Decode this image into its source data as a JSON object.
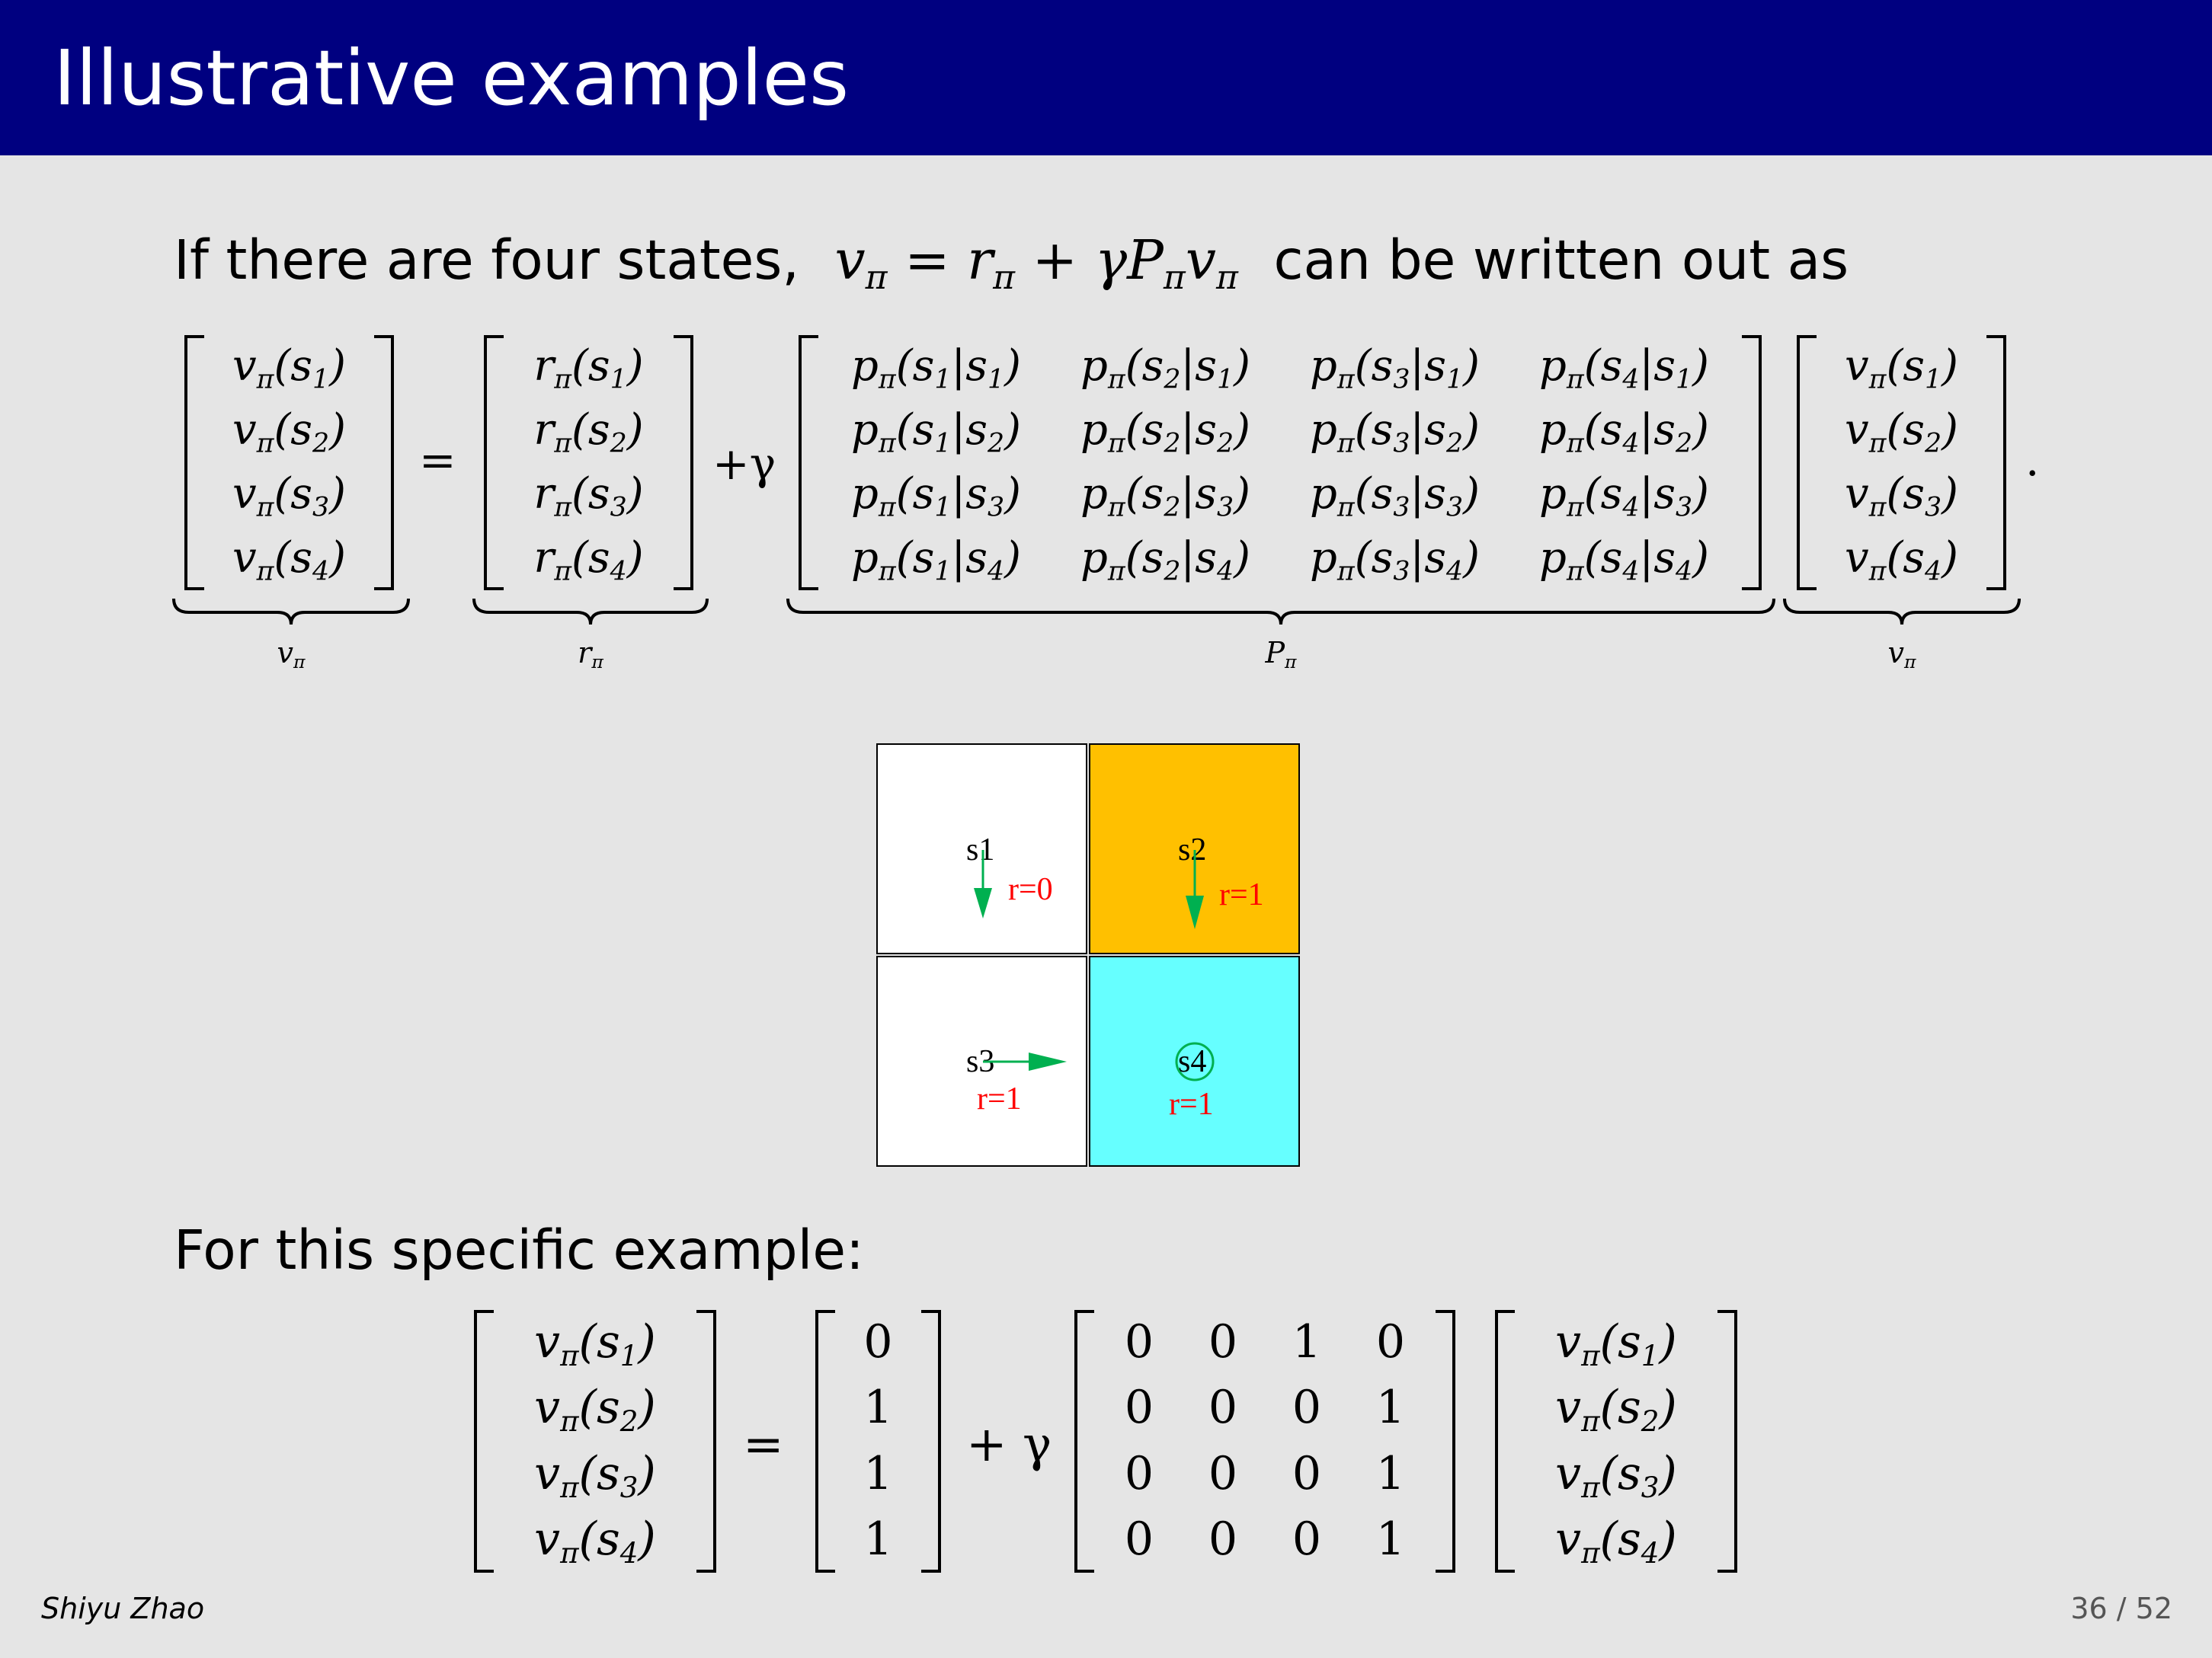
{
  "header": {
    "title": "Illustrative examples"
  },
  "intro": {
    "text_before": "If there are four states,",
    "equation": "vπ = rπ + γPπvπ",
    "text_after": "can be written out as"
  },
  "general_equation": {
    "v_vector": [
      "vπ(s1)",
      "vπ(s2)",
      "vπ(s3)",
      "vπ(s4)"
    ],
    "r_vector": [
      "rπ(s1)",
      "rπ(s2)",
      "rπ(s3)",
      "rπ(s4)"
    ],
    "P_matrix": [
      [
        "pπ(s1|s1)",
        "pπ(s2|s1)",
        "pπ(s3|s1)",
        "pπ(s4|s1)"
      ],
      [
        "pπ(s1|s2)",
        "pπ(s2|s2)",
        "pπ(s3|s2)",
        "pπ(s4|s2)"
      ],
      [
        "pπ(s1|s3)",
        "pπ(s2|s3)",
        "pπ(s3|s3)",
        "pπ(s4|s3)"
      ],
      [
        "pπ(s1|s4)",
        "pπ(s2|s4)",
        "pπ(s3|s4)",
        "pπ(s4|s4)"
      ]
    ],
    "equals": "=",
    "plus_gamma": "+γ",
    "period": ".",
    "under_labels": {
      "v": "vπ",
      "r": "rπ",
      "P": "Pπ",
      "v2": "vπ"
    }
  },
  "grid": {
    "cells": [
      {
        "state": "s1",
        "reward": "r=0",
        "color": "#ffffff",
        "action": "down"
      },
      {
        "state": "s2",
        "reward": "r=1",
        "color": "#ffc000",
        "action": "down"
      },
      {
        "state": "s3",
        "reward": "r=1",
        "color": "#ffffff",
        "action": "right"
      },
      {
        "state": "s4",
        "reward": "r=1",
        "color": "#66ffff",
        "action": "stay"
      }
    ],
    "arrow_color": "#00b050"
  },
  "specific": {
    "title": "For this specific example:",
    "v_vector": [
      "vπ(s1)",
      "vπ(s2)",
      "vπ(s3)",
      "vπ(s4)"
    ],
    "r_vector": [
      "0",
      "1",
      "1",
      "1"
    ],
    "P_matrix": [
      [
        "0",
        "0",
        "1",
        "0"
      ],
      [
        "0",
        "0",
        "0",
        "1"
      ],
      [
        "0",
        "0",
        "0",
        "1"
      ],
      [
        "0",
        "0",
        "0",
        "1"
      ]
    ],
    "equals": "=",
    "plus_gamma": "+ γ"
  },
  "footer": {
    "author": "Shiyu Zhao",
    "page": "36 / 52"
  }
}
